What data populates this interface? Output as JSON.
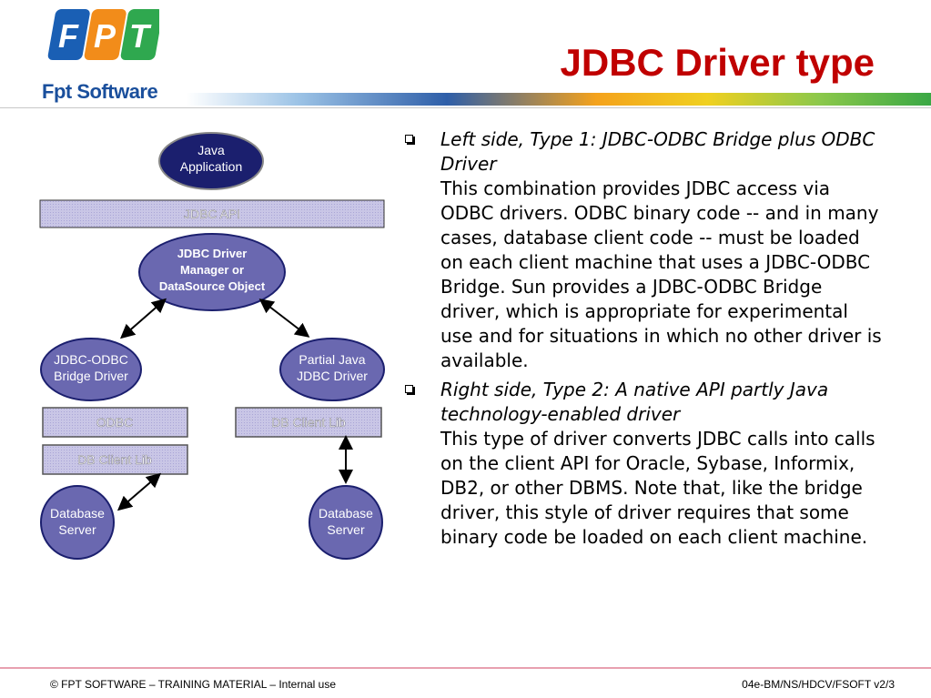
{
  "header": {
    "logo_text": "FPT",
    "logo_subtitle": "Fpt Software",
    "title": "JDBC Driver type"
  },
  "diagram": {
    "java_app": [
      "Java",
      "Application"
    ],
    "jdbc_api": "JDBC API",
    "driver_manager": [
      "JDBC Driver",
      "Manager or",
      "DataSource Object"
    ],
    "left_driver": [
      "JDBC-ODBC",
      "Bridge Driver"
    ],
    "right_driver": [
      "Partial Java",
      "JDBC Driver"
    ],
    "odbc": "ODBC",
    "db_client_lib_left": "DB Client Lib",
    "db_client_lib_right": "DB Client Lib",
    "db_server_left": [
      "Database",
      "Server"
    ],
    "db_server_right": [
      "Database",
      "Server"
    ]
  },
  "bullets": [
    {
      "title": "Left side, Type 1: JDBC-ODBC Bridge plus ODBC Driver",
      "body": "This combination provides JDBC access via ODBC drivers. ODBC binary code -- and in many cases, database client code -- must be loaded on each client machine that uses a JDBC-ODBC Bridge. Sun provides a JDBC-ODBC Bridge driver, which is appropriate for experimental use and for situations in which no other driver is available."
    },
    {
      "title": "Right side, Type 2: A native API partly Java technology-enabled driver",
      "body": "This type of driver converts JDBC calls into calls on the client API for Oracle, Sybase, Informix, DB2, or other DBMS. Note that, like the bridge driver, this style of driver requires that some binary code be loaded on each client machine."
    }
  ],
  "footer": {
    "left": "© FPT SOFTWARE – TRAINING MATERIAL – Internal use",
    "right": "04e-BM/NS/HDCV/FSOFT v2/3"
  },
  "colors": {
    "title": "#c00000",
    "ellipse_dark": "#1b1f6e",
    "ellipse_mid": "#6a68b0",
    "box_fill": "#c9c6e6"
  }
}
